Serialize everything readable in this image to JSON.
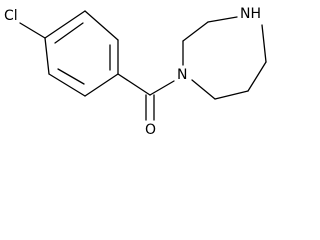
{
  "molecule": {
    "atoms": {
      "chlorine": "Cl",
      "carbonyl_oxygen": "O",
      "ring_nitrogen_amide": "N",
      "ring_nitrogen_amine": "NH"
    }
  },
  "colors": {
    "bond": "#000000",
    "label": "#000000",
    "background": "#ffffff"
  }
}
